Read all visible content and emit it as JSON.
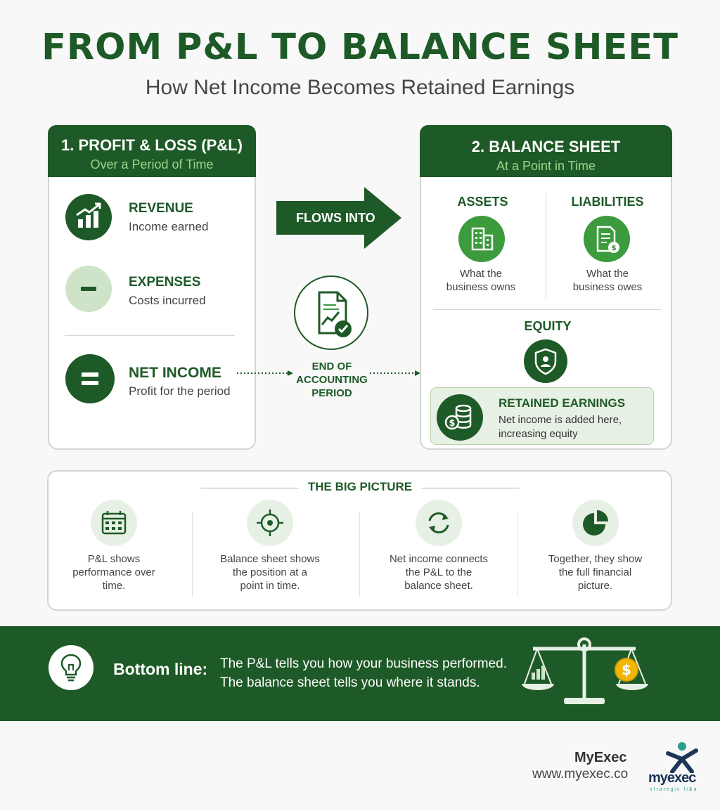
{
  "header": {
    "title": "FROM P&L TO BALANCE SHEET",
    "subtitle": "How Net Income Becomes Retained Earnings"
  },
  "pl_panel": {
    "title": "1. PROFIT & LOSS (P&L)",
    "subtitle": "Over a Period of Time",
    "items": [
      {
        "label": "REVENUE",
        "desc": "Income earned",
        "icon": "bar-chart-icon"
      },
      {
        "label": "EXPENSES",
        "desc": "Costs incurred",
        "icon": "minus-icon"
      },
      {
        "label": "NET INCOME",
        "desc": "Profit for the period",
        "icon": "equals-icon"
      }
    ]
  },
  "flow": {
    "arrow_label": "FLOWS INTO",
    "period_label": [
      "END OF",
      "ACCOUNTING",
      "PERIOD"
    ]
  },
  "bs_panel": {
    "title": "2. BALANCE SHEET",
    "subtitle": "At a Point in Time",
    "assets": {
      "label": "ASSETS",
      "desc": [
        "What the",
        "business owns"
      ]
    },
    "liabilities": {
      "label": "LIABILITIES",
      "desc": [
        "What the",
        "business owes"
      ]
    },
    "equity": {
      "label": "EQUITY"
    },
    "retained": {
      "label": "RETAINED EARNINGS",
      "desc": [
        "Net income is added here,",
        "increasing equity"
      ]
    }
  },
  "big_picture": {
    "title": "THE BIG PICTURE",
    "items": [
      {
        "lines": [
          "P&L shows",
          "performance over",
          "time."
        ],
        "icon": "calendar-icon"
      },
      {
        "lines": [
          "Balance sheet shows",
          "the position at a",
          "point in time."
        ],
        "icon": "target-icon"
      },
      {
        "lines": [
          "Net income connects",
          "the P&L to the",
          "balance sheet."
        ],
        "icon": "cycle-icon"
      },
      {
        "lines": [
          "Together, they show",
          "the full financial",
          "picture."
        ],
        "icon": "pie-chart-icon"
      }
    ]
  },
  "bottom_line": {
    "label": "Bottom line:",
    "lines": [
      "The P&L tells you how your business performed.",
      "The balance sheet tells you where it stands."
    ]
  },
  "brand": {
    "name": "MyExec",
    "url": "www.myexec.co",
    "logo_text": "myexec",
    "logo_tagline": "strategic fi&a"
  },
  "colors": {
    "primary": "#1e5a27",
    "accent": "#3c9b3c",
    "light": "#cfe3c8",
    "gold": "#f2b705"
  }
}
